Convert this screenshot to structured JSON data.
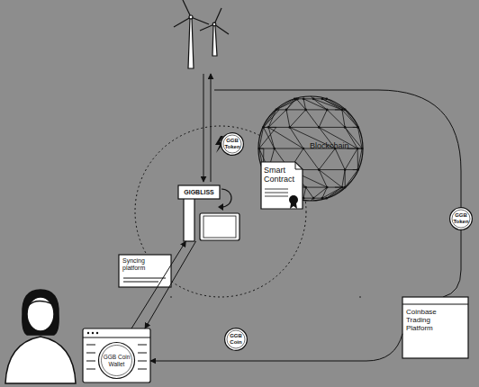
{
  "diagram": {
    "nodes": [
      {
        "text": [
          "GGB Token"
        ]
      },
      {
        "text": [
          "GIGBLISS"
        ]
      },
      {
        "text": [
          "Smart Contract"
        ]
      },
      {
        "text": [
          "Blockchain"
        ]
      },
      {
        "text": [
          "GGB Token"
        ]
      },
      {
        "text": [
          "Syncing platform"
        ]
      },
      {
        "text": [
          "Coinbase Trading Platform"
        ]
      },
      {
        "text": [
          "GGB Coin"
        ]
      },
      {
        "text": [
          "GGB Coin Wallet"
        ]
      }
    ],
    "edges": [
      {
        "from": 8,
        "to": 1,
        "arrow": "to"
      },
      {
        "from": 1,
        "to": 8,
        "arrow": "to"
      },
      {
        "from": 6,
        "to": 8,
        "arrow": "to"
      }
    ]
  }
}
